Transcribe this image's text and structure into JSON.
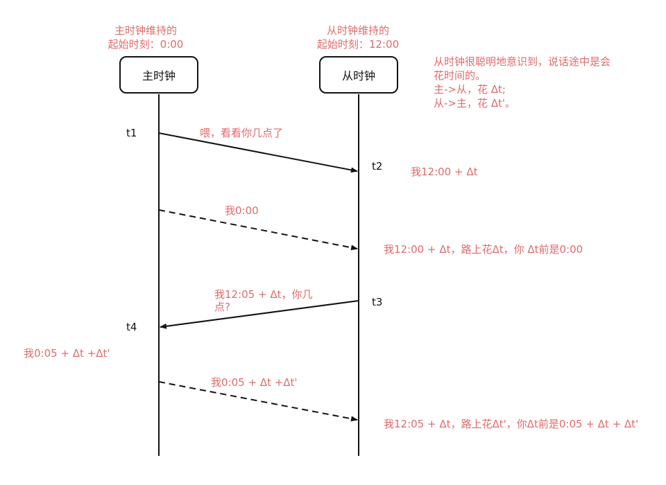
{
  "participants": {
    "master": {
      "name": "主时钟",
      "note_line1": "主时钟维持的",
      "note_line2": "起始时刻：0:00"
    },
    "slave": {
      "name": "从时钟",
      "note_line1": "从时钟维持的",
      "note_line2": "起始时刻：12:00"
    }
  },
  "side_note": {
    "line1": "从时钟很聪明地意识到，说话途中是会",
    "line2": "花时间的。",
    "line3": "主->从，花 Δt;",
    "line4": "从->主，花 Δt'。"
  },
  "time_marks": {
    "t1": "t1",
    "t2": "t2",
    "t3": "t3",
    "t4": "t4"
  },
  "messages": [
    {
      "from": "master",
      "to": "slave",
      "style": "solid",
      "label": "喂，看看你几点了"
    },
    {
      "from": "master",
      "to": "slave",
      "style": "dashed",
      "label": "我0:00"
    },
    {
      "from": "slave",
      "to": "master",
      "style": "solid",
      "label_line1": "我12:05 + Δt，你几",
      "label_line2": "点?"
    },
    {
      "from": "master",
      "to": "slave",
      "style": "dashed",
      "label": "我0:05 + Δt +Δt'"
    }
  ],
  "annotations": {
    "slave_at_t2": "我12:00 + Δt",
    "slave_after_msg2": "我12:00 + Δt，路上花Δt，你 Δt前是0:00",
    "master_at_t4": "我0:05 +  Δt +Δt'",
    "slave_after_msg4": "我12:05 + Δt，路上花Δt'，你Δt前是0:05 + Δt + Δt'"
  },
  "colors": {
    "annotation": "#e06a6a",
    "line": "#111111",
    "background": "#ffffff"
  }
}
